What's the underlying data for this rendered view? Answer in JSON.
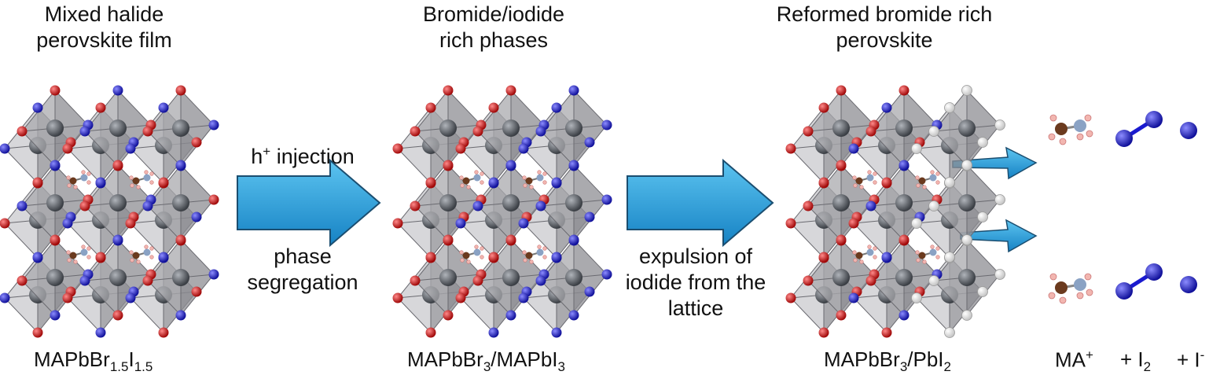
{
  "titles": {
    "stage1": [
      "Mixed halide",
      "perovskite film"
    ],
    "stage2": [
      "Bromide/iodide",
      "rich phases"
    ],
    "stage3": [
      "Reformed bromide rich",
      "perovskite"
    ]
  },
  "arrow1": {
    "top_label": "h",
    "top_sup": "+",
    "top_rest": " injection",
    "bottom": [
      "phase",
      "segregation"
    ]
  },
  "arrow2": {
    "bottom": [
      "expulsion of",
      "iodide from the",
      "lattice"
    ]
  },
  "formulas": {
    "f1": {
      "a": "MAPbBr",
      "a_sub": "1.5",
      "b": "I",
      "b_sub": "1.5"
    },
    "f2": {
      "a": "MAPbBr",
      "a_sub": "3",
      "b": "/MAPbI",
      "b_sub": "3"
    },
    "f3": {
      "a": "MAPbBr",
      "a_sub": "3",
      "b": "/PbI",
      "b_sub": "2"
    },
    "products": {
      "ma": "MA",
      "ma_sup": "+",
      "i2": "+ I",
      "i2_sub": "2",
      "i": "+ I",
      "i_sup": "-"
    }
  },
  "colors": {
    "arrow": "#2aa6e0",
    "iodide": "#1a1ad0",
    "bromide": "#d40f0f",
    "vacancy": "#f4f4f4",
    "lead": "#555a60",
    "octahedron": "#b8b8bc",
    "carbon": "#6b3a1e",
    "nitrogen": "#8aa2c4",
    "hydrogen": "#f2b6b0"
  },
  "icons": [
    "perovskite-lattice-mixed",
    "perovskite-lattice-segregated",
    "perovskite-lattice-reformed",
    "methylammonium-molecule",
    "iodine-molecule",
    "iodide-ion"
  ]
}
